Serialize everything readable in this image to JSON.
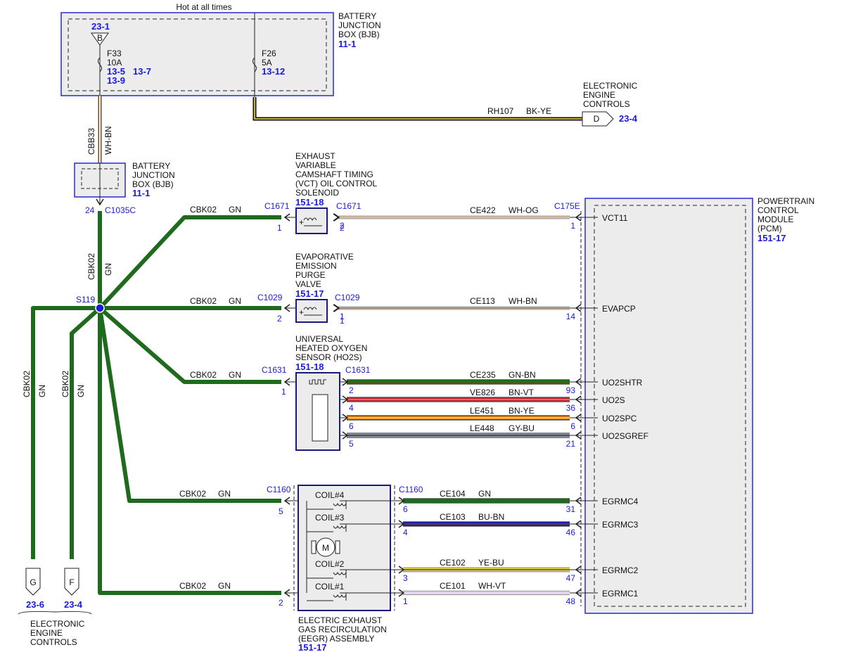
{
  "colors": {
    "green": "#1e6b1e",
    "pink": "#e8a0a8",
    "brown": "#7a4a1e",
    "white": "#ffffff",
    "orange": "#f08a1e",
    "black": "#111111",
    "yellow": "#f2e04a",
    "red": "#c81e2a",
    "blue": "#1e1eaa",
    "gray": "#8a8a8a",
    "violet": "#c59ae0",
    "accent_blue": "#1a1adc"
  },
  "bjb_top": {
    "header": "Hot at all times",
    "title": [
      "BATTERY",
      "JUNCTION",
      "BOX (BJB)"
    ],
    "ref": "11-1",
    "b_ref": "23-1",
    "b_letter": "B",
    "fuse1": {
      "name": "F33",
      "rating": "10A",
      "refs1": "13-5",
      "refs2": "13-7",
      "refs3": "13-9"
    },
    "fuse2": {
      "name": "F26",
      "rating": "5A",
      "refs1": "13-12"
    }
  },
  "bjb_lower": {
    "title": [
      "BATTERY",
      "JUNCTION",
      "BOX (BJB)"
    ],
    "ref": "11-1",
    "pin": "24",
    "connector": "C1035C"
  },
  "wire_cbb33": {
    "circuit": "CBB33",
    "color": "WH-BN"
  },
  "wire_rh107": {
    "circuit": "RH107",
    "color": "BK-YE"
  },
  "eec_top": {
    "title": [
      "ELECTRONIC",
      "ENGINE",
      "CONTROLS"
    ],
    "letter": "D",
    "ref": "23-4"
  },
  "splice": {
    "name": "S119"
  },
  "main_wire": {
    "circuit": "CBK02",
    "color": "GN"
  },
  "branch_label": {
    "circuit": "CBK02",
    "color": "GN"
  },
  "vct": {
    "title": [
      "EXHAUST",
      "VARIABLE",
      "CAMSHAFT TIMING",
      "(VCT) OIL CONTROL",
      "SOLENOID"
    ],
    "ref": "151-18",
    "conn_left": "C1671",
    "pin_left": "1",
    "conn_right": "C1671",
    "pin_right": "2"
  },
  "evap": {
    "title": [
      "EVAPORATIVE",
      "EMISSION",
      "PURGE",
      "VALVE"
    ],
    "ref": "151-17",
    "conn_left": "C1029",
    "pin_left": "2",
    "conn_right": "C1029",
    "pin_right": "1"
  },
  "ho2s": {
    "title": [
      "UNIVERSAL",
      "HEATED OXYGEN",
      "SENSOR (HO2S)"
    ],
    "ref": "151-18",
    "conn_left": "C1631",
    "pin_left": "1",
    "conn_right": "C1631"
  },
  "eegr": {
    "title": [
      "ELECTRIC EXHAUST",
      "GAS RECIRCULATION",
      "(EEGR) ASSEMBLY"
    ],
    "ref": "151-17",
    "conn_left": "C1160",
    "pin_left_top": "5",
    "pin_left_bottom": "2",
    "conn_right": "C1160",
    "coils": [
      "COIL#4",
      "COIL#3",
      "COIL#2",
      "COIL#1"
    ],
    "motor": "M"
  },
  "pcm": {
    "title": [
      "POWERTRAIN",
      "CONTROL",
      "MODULE",
      "(PCM)"
    ],
    "ref": "151-17",
    "connector": "C175E"
  },
  "signals": [
    {
      "circuit": "CE422",
      "color": "WH-OG",
      "dev_pin": "2",
      "pcm_pin": "1",
      "pcm_label": "VCT11"
    },
    {
      "circuit": "CE113",
      "color": "WH-BN",
      "dev_pin": "1",
      "pcm_pin": "14",
      "pcm_label": "EVAPCP"
    },
    {
      "circuit": "CE235",
      "color": "GN-BN",
      "dev_pin": "2",
      "pcm_pin": "93",
      "pcm_label": "UO2SHTR"
    },
    {
      "circuit": "VE826",
      "color": "BN-VT",
      "dev_pin": "4",
      "pcm_pin": "36",
      "pcm_label": "UO2S"
    },
    {
      "circuit": "LE451",
      "color": "BN-YE",
      "dev_pin": "6",
      "pcm_pin": "6",
      "pcm_label": "UO2SPC"
    },
    {
      "circuit": "LE448",
      "color": "GY-BU",
      "dev_pin": "5",
      "pcm_pin": "21",
      "pcm_label": "UO2SGREF"
    },
    {
      "circuit": "CE104",
      "color": "GN",
      "dev_pin": "6",
      "pcm_pin": "31",
      "pcm_label": "EGRMC4"
    },
    {
      "circuit": "CE103",
      "color": "BU-BN",
      "dev_pin": "4",
      "pcm_pin": "46",
      "pcm_label": "EGRMC3"
    },
    {
      "circuit": "CE102",
      "color": "YE-BU",
      "dev_pin": "3",
      "pcm_pin": "47",
      "pcm_label": "EGRMC2"
    },
    {
      "circuit": "CE101",
      "color": "WH-VT",
      "dev_pin": "1",
      "pcm_pin": "48",
      "pcm_label": "EGRMC1"
    }
  ],
  "ground_g": {
    "letter": "G",
    "ref": "23-6",
    "circuit": "CBK02",
    "color": "GN"
  },
  "ground_f": {
    "letter": "F",
    "ref": "23-4",
    "circuit": "CBK02",
    "color": "GN"
  },
  "eec_bottom": {
    "title": [
      "ELECTRONIC",
      "ENGINE",
      "CONTROLS"
    ]
  }
}
